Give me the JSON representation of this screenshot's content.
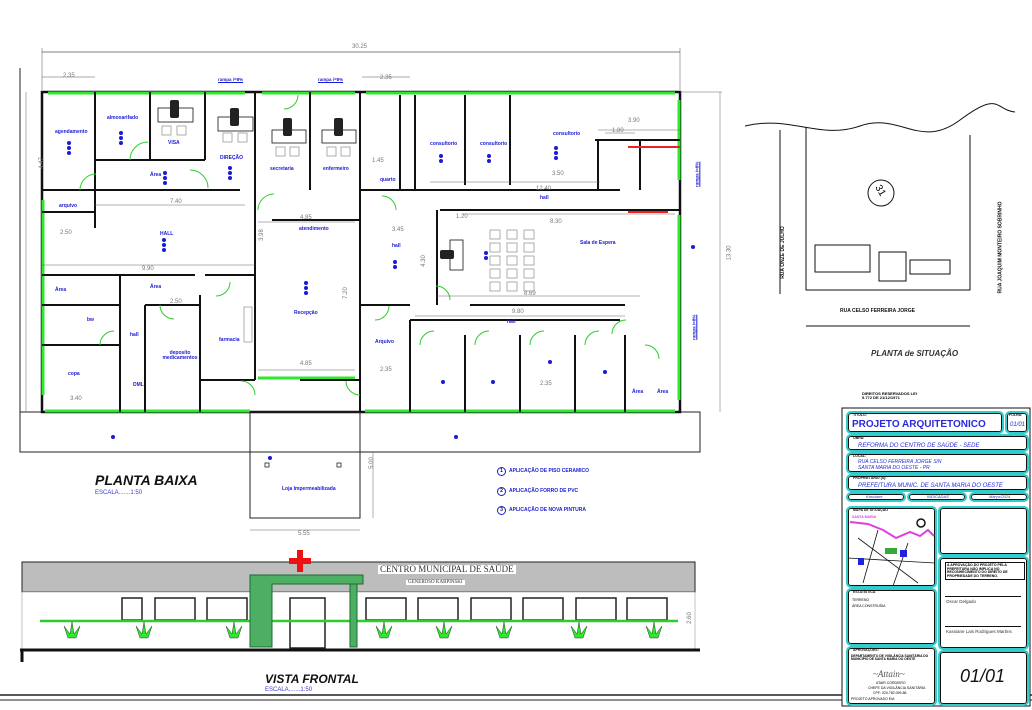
{
  "plan": {
    "title": "PLANTA BAIXA",
    "scale": "ESCALA.......1:50",
    "overall_width": "30.25",
    "ramps": [
      "rampa i=8%",
      "rampa i=8%",
      "rampa i=8%",
      "rampa i=8%"
    ],
    "rooms": {
      "agendamento": "agendamento",
      "almoxarifado": "almoxarifado",
      "visa": "VISA",
      "direcao": "DIREÇÃO",
      "secretaria": "secretaria",
      "enfermeiro": "enfermeiro",
      "quarto": "quarto",
      "consultorio1": "consultorio",
      "consultorio2": "consultorio",
      "consultorio3": "consultorio",
      "area1": "Área",
      "arquivo": "arquivo",
      "hall_main": "HALL",
      "atendimento": "atendimento",
      "hall2": "hall",
      "hall3": "hall",
      "hall4": "hall",
      "hall5": "hall",
      "sala_espera": "Sala de Espera",
      "recepcao": "Recepção",
      "area2": "Área",
      "area3": "Área",
      "bw": "bw",
      "deposito": "deposito medicamentos",
      "farmacia": "farmacia",
      "copa": "copa",
      "dml": "DML",
      "arquivo2": "Arquivo",
      "area4": "Área",
      "area5": "Área",
      "loja": "Loja Impermeabilizada"
    },
    "dimensions": [
      "2.35",
      "7.40",
      "4.85",
      "2.35",
      "1.45",
      "12.40",
      "3.90",
      "1.80",
      "3.50",
      "2.50",
      "9.90",
      "3.45",
      "1.20",
      "8.30",
      "8.69",
      "9.80",
      "2.50",
      "4.85",
      "2.35",
      "2.35",
      "5.55",
      "5.00",
      "3.40",
      "4.47",
      "3.98",
      "4.30",
      "7.20",
      "13.30"
    ],
    "legend": [
      {
        "num": "1",
        "text": "APLICAÇÃO DE PISO CERAMICO"
      },
      {
        "num": "2",
        "text": "APLICAÇÃO FORRO DE PVC"
      },
      {
        "num": "3",
        "text": "APLICAÇÃO DE NOVA PINTURA"
      }
    ]
  },
  "elevation": {
    "title": "VISTA FRONTAL",
    "scale": "ESCALA.......1:50",
    "sign_main": "CENTRO MUNICIPAL DE SAÚDE",
    "sign_sub": "GENEROSO KARPINSKI",
    "height_dim": "2.60"
  },
  "situation": {
    "title": "PLANTA de SITUAÇÃO",
    "lot_number": "31",
    "streets": {
      "bottom": "RUA CELSO FERREIRA JORGE",
      "left": "RUA ONZE DE JULHO",
      "right": "RUA JOAQUIM MONTEIRO SOBRINHO"
    },
    "rights": "DIREITOS RESERVADOS LEI 5.772 DE 21/12/1971"
  },
  "title_block": {
    "title_label": "TÍTULO:",
    "title": "PROJETO ARQUITETONICO",
    "sheet_label": "FOLHA:",
    "sheet": "01/01",
    "obra_label": "OBRA:",
    "obra": "REFORMA DO CENTRO DE SAÚDE - SEDE",
    "local_label": "LOCAL:",
    "local_1": "RUA CELSO FERREIRA JORGE S/N",
    "local_2": "SANTA MARIA DO OESTE - PR",
    "owner_label": "PROPRIETÁRIO (S):",
    "owner": "PREFEITURA MUNIC. DE SANTA MARIA DO OESTE",
    "desenho": "Kassiane",
    "escala": "INDICADAS",
    "data": "Março/2024",
    "map_label": "MAPA DE SITUAÇÃO",
    "notice": "A APROVAÇÃO DO PROJETO PELA PREFEITURA NÃO IMPLICA NO RECONHECIMENTO DO DIREITO DE PROPRIEDADE DO TERRENO.",
    "areas_label": "ESTATÍSTICA",
    "terreno_label": "TERRENO",
    "area_label": "ÁREA CONSTRUÍDA",
    "owner_sign": "Oscar Delgado",
    "author_sign": "Kassiane Lais Rodrigues Martins",
    "approvals_label": "APROVAÇÕES:",
    "approvals_dept": "DEPARTAMENTO DE VIGILÂNCIA SANITÁRIA DO MUNICÍPIO DE SANTA MARIA DO OESTE",
    "approver": "ATAIR CORDEIRO",
    "approver_role": "CHEFE DA VIGILÂNCIA SANITÁRIA",
    "approver_cpf": "CPF: 020.782.099-86",
    "approved_in": "PROJETO APROVADO EM:",
    "big_sheet": "01/01",
    "map_street": "SANTA MARIA"
  }
}
